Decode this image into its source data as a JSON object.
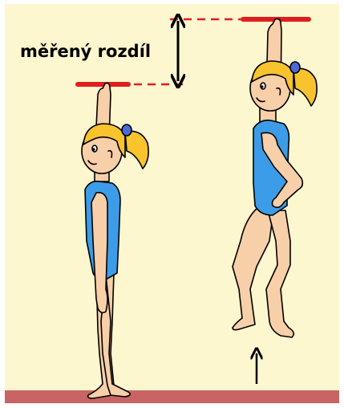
{
  "diagram": {
    "label": "měřený rozdíl",
    "colors": {
      "background": "#FCF7CF",
      "frame": "#FFFFFF",
      "floor": "#C86464",
      "marker": "#E01E1E",
      "skin": "#F7CFA8",
      "hair": "#F9C32E",
      "leotard": "#3C9CE8",
      "hairband": "#4A6BD6",
      "outline": "#000000"
    },
    "icons": {
      "measure_arrow": "double-headed-vertical-arrow",
      "jump_arrow": "upward-arrow"
    }
  }
}
